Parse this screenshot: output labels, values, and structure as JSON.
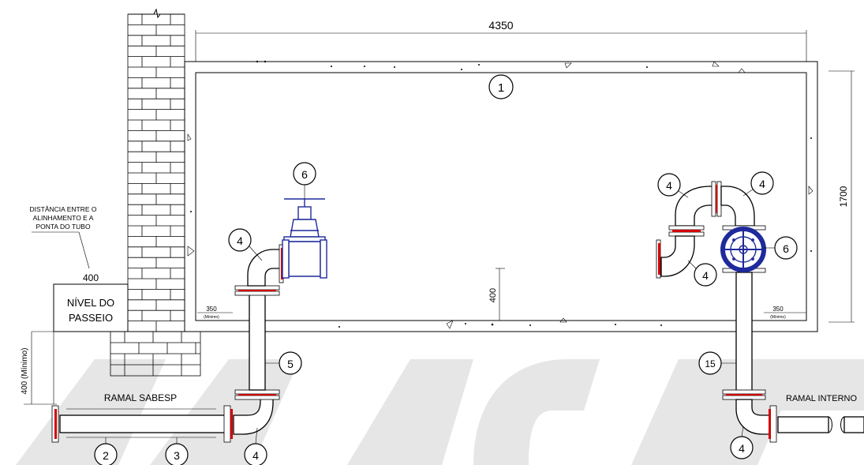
{
  "labels": {
    "dim_top": "4350",
    "dim_right": "1700",
    "dim_mid": "400",
    "dim_left_400": "400",
    "dim_left_vertical": "400 (Mínimo)",
    "dim_350_left": "350",
    "dim_350_left_sub": "(Mínimo)",
    "dim_350_right": "350",
    "dim_350_right_sub": "(Mínimo)",
    "distancia_line1": "DISTÂNCIA ENTRE O",
    "distancia_line2": "ALINHAMENTO E A",
    "distancia_line3": "PONTA DO TUBO",
    "nivel_line1": "NÍVEL DO",
    "nivel_line2": "PASSEIO",
    "ramal_sabesp": "RAMAL SABESP",
    "ramal_interno": "RAMAL INTERNO"
  },
  "callouts": {
    "c1": "1",
    "c2": "2",
    "c3": "3",
    "c4_a": "4",
    "c4_b": "4",
    "c4_c": "4",
    "c4_d": "4",
    "c4_e": "4",
    "c4_f": "4",
    "c5": "5",
    "c6_a": "6",
    "c6_b": "6",
    "c15": "15"
  },
  "colors": {
    "valve_blue": "#1f2a9c",
    "gasket_red": "#d40000",
    "watermark": "#e6e6e6"
  }
}
